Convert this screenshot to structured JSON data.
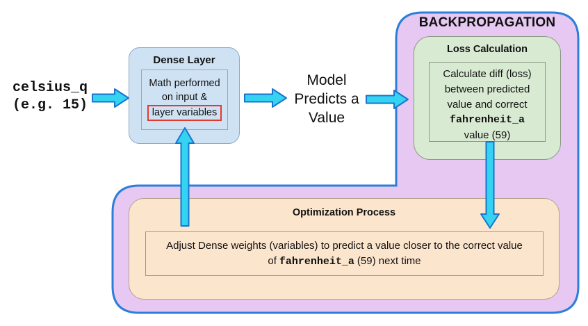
{
  "diagram": {
    "input": {
      "line1": "celsius_q",
      "line2": "(e.g. 15)"
    },
    "dense": {
      "title": "Dense Layer",
      "line1": "Math performed",
      "line2": "on input &",
      "line3": "layer variables"
    },
    "model": {
      "line1": "Model",
      "line2": "Predicts a",
      "line3": "Value"
    },
    "backprop": {
      "title": "BACKPROPAGATION"
    },
    "loss": {
      "title": "Loss Calculation",
      "line1": "Calculate diff (loss)",
      "line2": "between predicted",
      "line3": "value and correct",
      "line4_mono": "fahrenheit_a",
      "line5": "value (59)"
    },
    "optimization": {
      "title": "Optimization Process",
      "line1": "Adjust Dense weights (variables) to predict a value closer to the correct value",
      "line2_pre": "of",
      "line2_mono": "fahrenheit_a",
      "line2_post": "(59) next time"
    }
  },
  "colors": {
    "backprop_fill": "#e6c8f2",
    "backprop_border": "#2b7fd9",
    "dense_fill": "#cfe2f3",
    "loss_fill": "#d9ead3",
    "optimization_fill": "#fce5cd",
    "arrow_fill": "#35d3f2",
    "arrow_border": "#1874cd",
    "highlight_red": "#e43a2e"
  }
}
